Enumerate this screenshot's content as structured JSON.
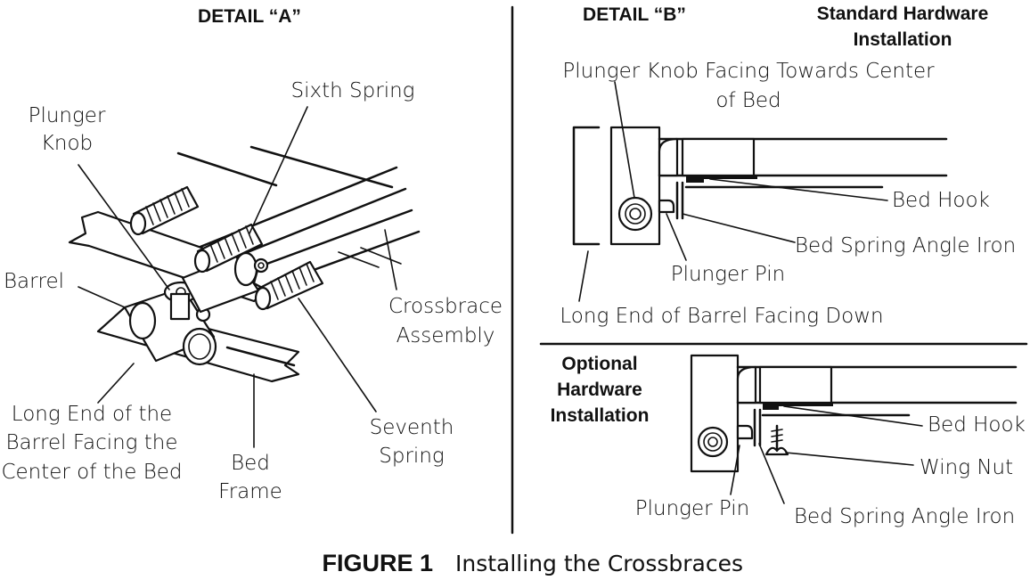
{
  "detail_a": {
    "title": "DETAIL “A”",
    "plunger_knob": [
      "Plunger",
      "Knob"
    ],
    "sixth_spring": "Sixth Spring",
    "barrel": "Barrel",
    "crossbrace": [
      "Crossbrace",
      "Assembly"
    ],
    "long_end": [
      "Long End of the",
      "Barrel Facing the",
      "Center of the Bed"
    ],
    "bed_frame": [
      "Bed",
      "Frame"
    ],
    "seventh_spring": [
      "Seventh",
      "Spring"
    ]
  },
  "detail_b": {
    "title": "DETAIL “B”",
    "standard_header": [
      "Standard Hardware",
      "Installation"
    ],
    "plunger_knob_facing": [
      "Plunger Knob Facing Towards Center",
      "of Bed"
    ],
    "bed_hook": "Bed Hook",
    "angle_iron": "Bed Spring Angle Iron",
    "plunger_pin": "Plunger Pin",
    "long_end_down": "Long End of Barrel Facing Down"
  },
  "optional": {
    "header": [
      "Optional",
      "Hardware",
      "Installation"
    ],
    "bed_hook": "Bed Hook",
    "wing_nut": "Wing Nut",
    "plunger_pin": "Plunger Pin",
    "angle_iron": "Bed Spring Angle Iron"
  },
  "caption": {
    "number": "FIGURE 1",
    "title": "Installing the Crossbraces"
  }
}
